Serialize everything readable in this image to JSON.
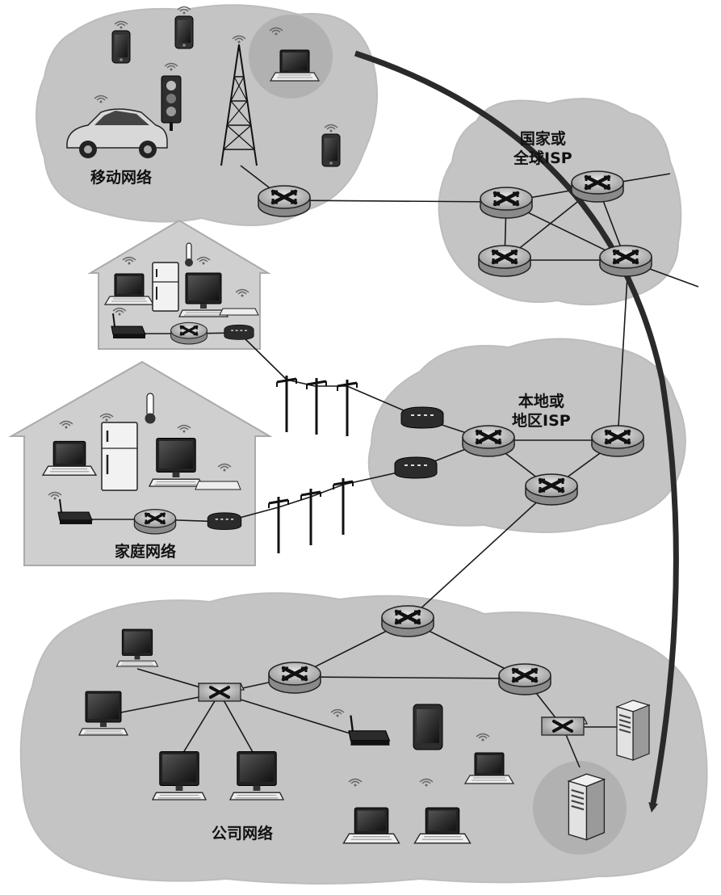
{
  "labels": {
    "mobile_network": "移动网络",
    "global_isp_line1": "国家或",
    "global_isp_line2": "全球ISP",
    "local_isp_line1": "本地或",
    "local_isp_line2": "地区ISP",
    "home_network": "家庭网络",
    "enterprise_network": "公司网络"
  },
  "colors": {
    "cloud_fill": "#c4c4c4",
    "house_fill": "#cfcfcf",
    "link_stroke": "#1a1a1a",
    "router_fill": "#bdbdbd",
    "arrow": "#2a2a2a"
  },
  "icons": [
    "router-icon",
    "switch-icon",
    "modem-icon",
    "laptop-icon",
    "desktop-icon",
    "server-icon",
    "smartphone-icon",
    "tablet-icon",
    "car-icon",
    "traffic-light-icon",
    "cell-tower-icon",
    "refrigerator-icon",
    "thermometer-icon",
    "utility-pole-icon",
    "wifi-signal-icon"
  ]
}
